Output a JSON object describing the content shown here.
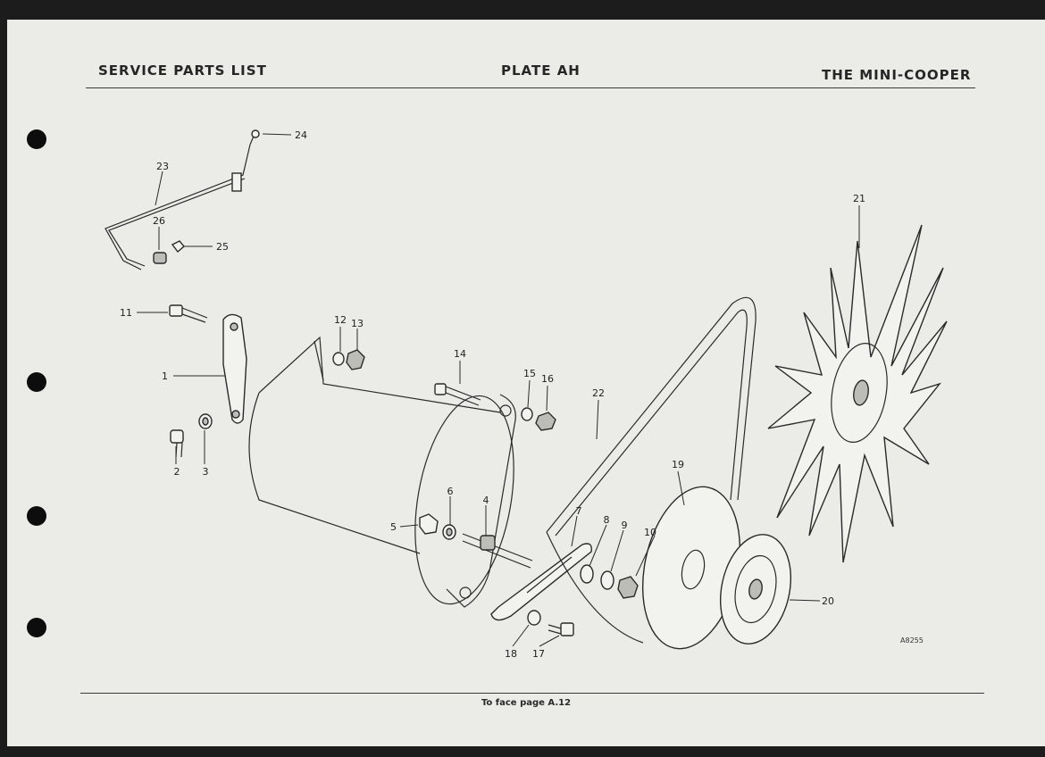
{
  "header": {
    "left": "SERVICE PARTS LIST",
    "center": "PLATE AH",
    "right": "THE MINI-COOPER"
  },
  "footer": "To face page A.12",
  "plate_ref": "A8255",
  "callouts": [
    "1",
    "2",
    "3",
    "4",
    "5",
    "6",
    "7",
    "8",
    "9",
    "10",
    "11",
    "12",
    "13",
    "14",
    "15",
    "16",
    "17",
    "18",
    "19",
    "20",
    "21",
    "22",
    "23",
    "24",
    "25",
    "26"
  ]
}
